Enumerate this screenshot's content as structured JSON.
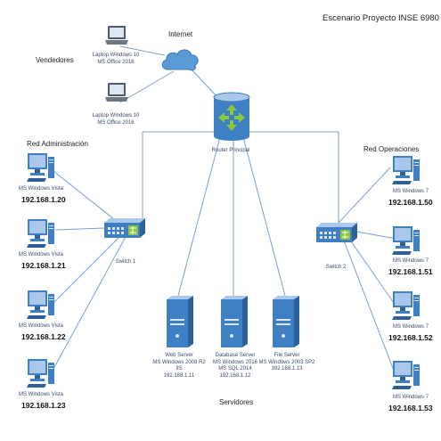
{
  "title": "Escenario Proyecto INSE 6980",
  "groups": {
    "internet": "Internet",
    "vendedores": "Vendedores",
    "admin": "Red Administración",
    "operaciones": "Red Operaciones",
    "servidores": "Servidores"
  },
  "router": {
    "label": "Router Principal"
  },
  "switches": [
    {
      "label": "Switch 1"
    },
    {
      "label": "Switch 2"
    }
  ],
  "laptops": [
    {
      "line1": "Laptop Windows 10",
      "line2": "MS Office 2016"
    },
    {
      "line1": "Laptop Windows 10",
      "line2": "MS Office 2016"
    }
  ],
  "admin_pcs": [
    {
      "os": "MS Windows Vista",
      "ip": "192.168.1.20"
    },
    {
      "os": "MS Windows Vista",
      "ip": "192.168.1.21"
    },
    {
      "os": "MS Windows Vista",
      "ip": "192.168.1.22"
    },
    {
      "os": "MS Windows Vista",
      "ip": "192.168.1.23"
    }
  ],
  "ops_pcs": [
    {
      "os": "MS Windows 7",
      "ip": "192.168.1.50"
    },
    {
      "os": "MS Windows 7",
      "ip": "192.168.1.51"
    },
    {
      "os": "MS Windows 7",
      "ip": "192.168.1.52"
    },
    {
      "os": "MS Windows 7",
      "ip": "192.168.1.53"
    }
  ],
  "servers": [
    {
      "name": "Web Server",
      "line2": "MS Windows 2008 R2",
      "line3": "IIS",
      "ip": "192.168.1.11"
    },
    {
      "name": "Database Server",
      "line2": "MS Windows 2016",
      "line3": "MS SQL 2014",
      "ip": "192.168.1.12"
    },
    {
      "name": "File Server",
      "line2": "MS Windows 2003 SP2",
      "line3": "",
      "ip": "192.168.1.13"
    }
  ],
  "colors": {
    "wire": "#7e9fca",
    "device_blue": "#3f80c4",
    "device_light": "#a9c8ec",
    "arrow_green": "#8cc63f",
    "cloud_blue": "#5b9bd5"
  }
}
